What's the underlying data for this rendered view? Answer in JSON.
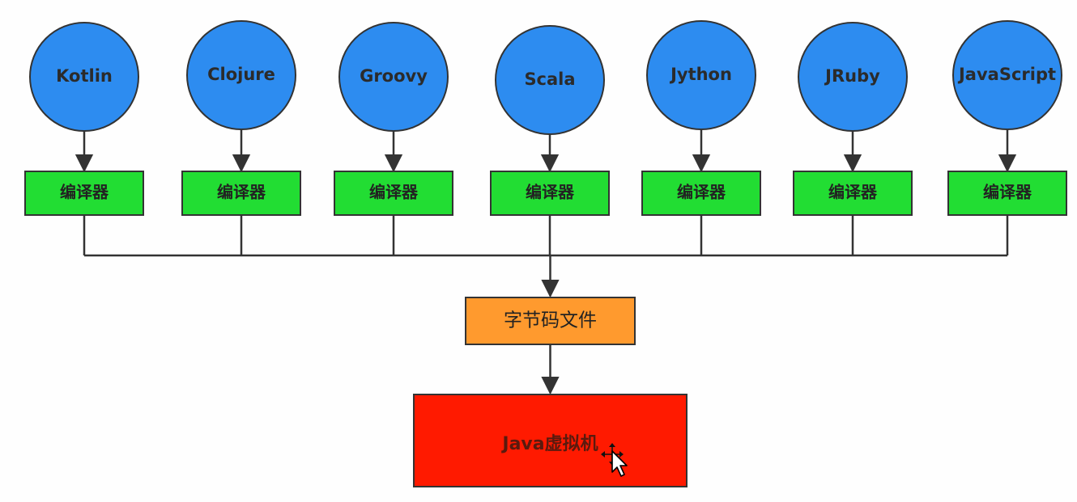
{
  "languages": [
    {
      "name": "Kotlin",
      "compiler": "编译器"
    },
    {
      "name": "Clojure",
      "compiler": "编译器"
    },
    {
      "name": "Groovy",
      "compiler": "编译器"
    },
    {
      "name": "Scala",
      "compiler": "编译器"
    },
    {
      "name": "Jython",
      "compiler": "编译器"
    },
    {
      "name": "JRuby",
      "compiler": "编译器"
    },
    {
      "name": "JavaScript",
      "compiler": "编译器"
    }
  ],
  "bytecode": {
    "label": "字节码文件"
  },
  "jvm": {
    "label": "Java虚拟机"
  },
  "cursor": {
    "icon": "move-cursor-icon"
  },
  "colors": {
    "language_node": "#2d8cf0",
    "compiler_box": "#22dd33",
    "bytecode_box": "#ff9a2e",
    "jvm_box": "#ff1a00",
    "stroke": "#333333"
  }
}
